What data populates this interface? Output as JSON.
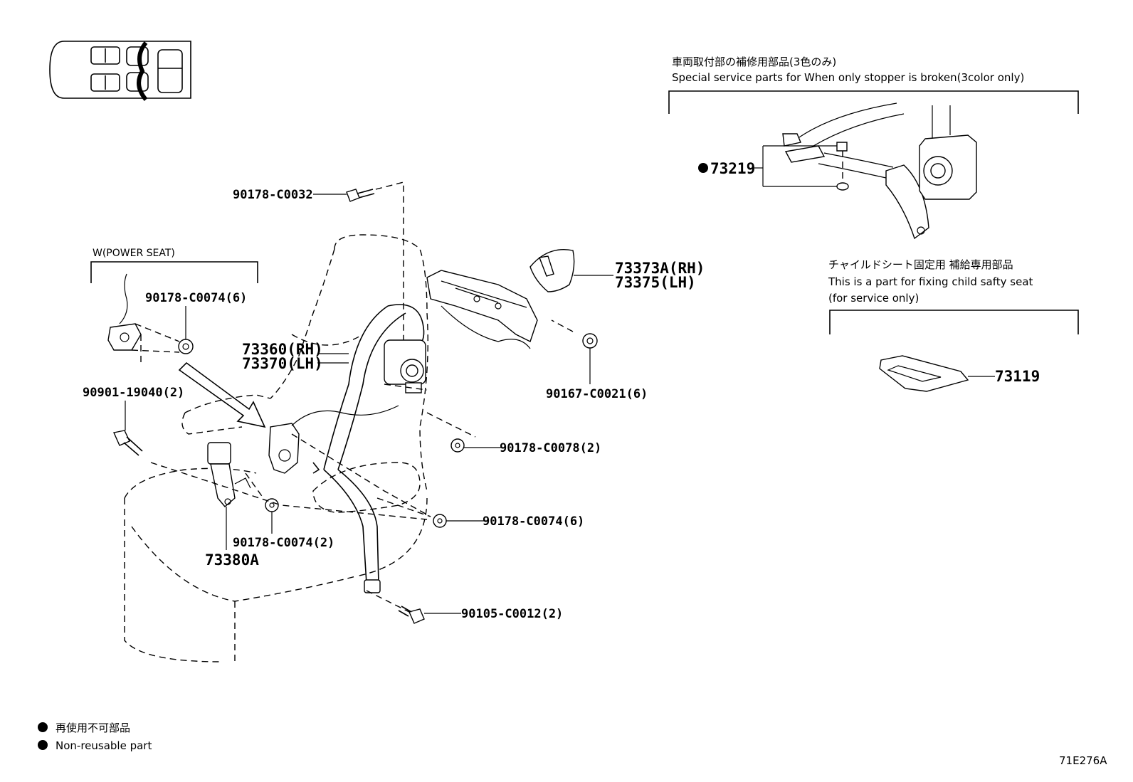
{
  "diagram_id": "71E276A",
  "groups": {
    "power_seat": {
      "title": "W(POWER SEAT)"
    },
    "stopper": {
      "title_jp": "車両取付部の補修用部品(3色のみ)",
      "title_en": "Special service parts for When only stopper is broken(3color only)"
    },
    "child_seat": {
      "title_jp": "チャイルドシート固定用 補給専用部品",
      "title_en_1": "This is a part for fixing child safty seat",
      "title_en_2": "(for service only)"
    }
  },
  "parts": {
    "p_90178_C0032": "90178-C0032",
    "p_90178_C0074_6a": "90178-C0074(6)",
    "p_90901_19040": "90901-19040(2)",
    "p_73360": "73360(RH)",
    "p_73370": "73370(LH)",
    "p_73373A": "73373A(RH)",
    "p_73375": "73375(LH)",
    "p_90167_C0021": "90167-C0021(6)",
    "p_90178_C0078": "90178-C0078(2)",
    "p_90178_C0074_6b": "90178-C0074(6)",
    "p_90178_C0074_2": "90178-C0074(2)",
    "p_73380A": "73380A",
    "p_90105_C0012": "90105-C0012(2)",
    "p_73219": "73219",
    "p_73119": "73119"
  },
  "legend": {
    "jp": "再使用不可部品",
    "en": "Non-reusable part"
  }
}
